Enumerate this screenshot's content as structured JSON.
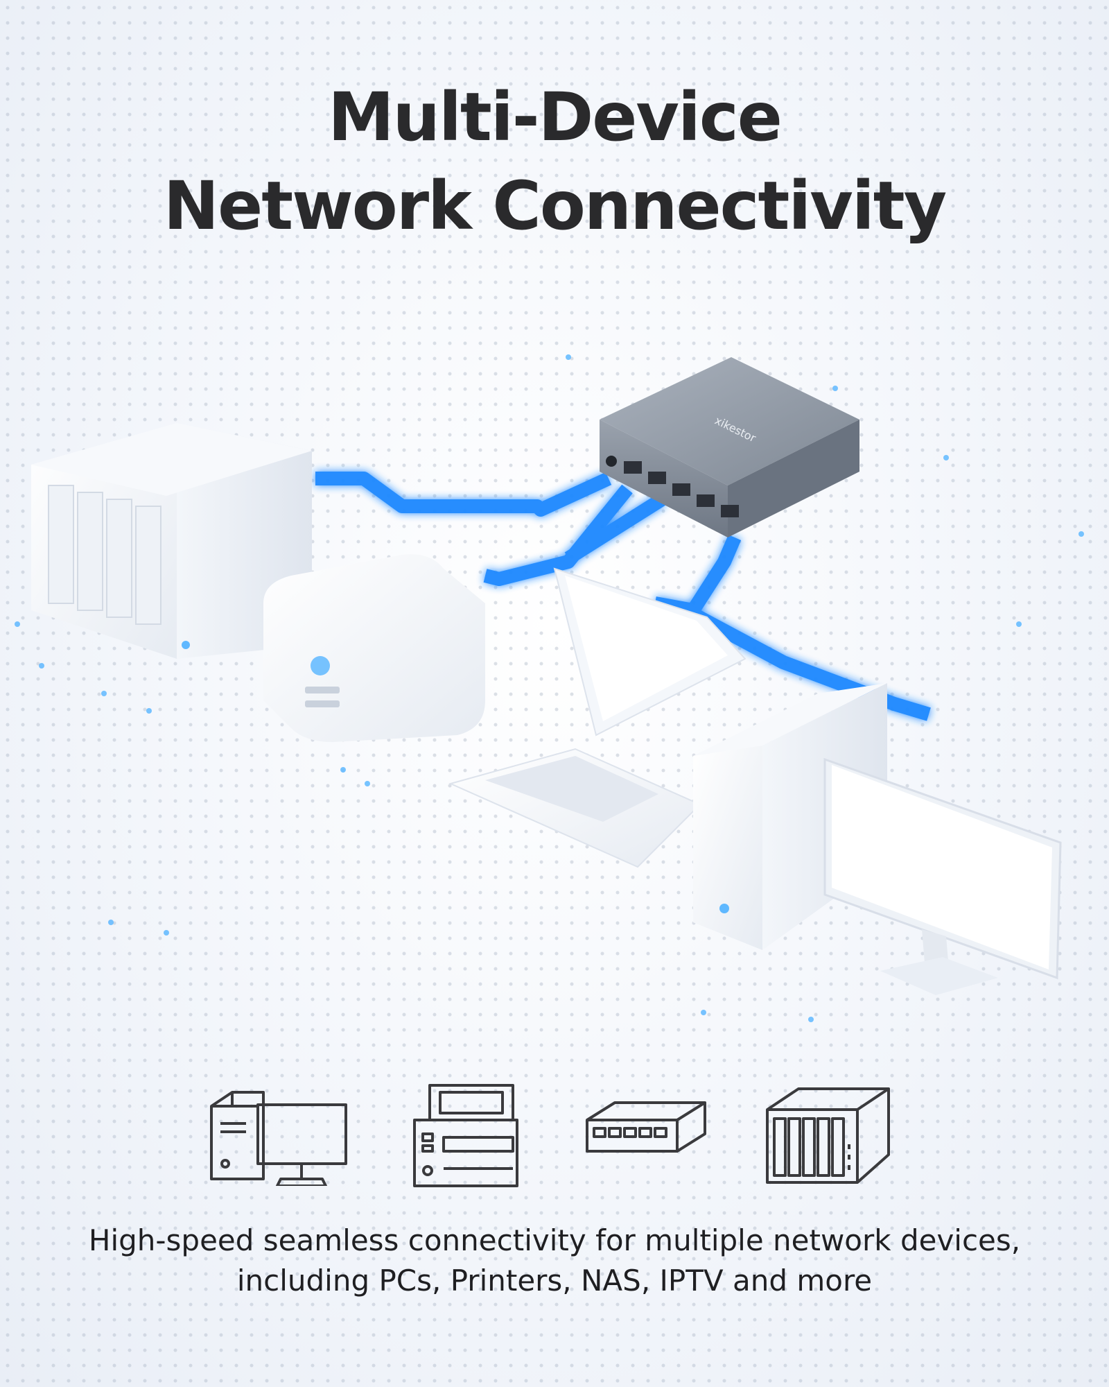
{
  "headline": {
    "line1": "Multi-Device",
    "line2": "Network Connectivity"
  },
  "switch_brand": "xikestor",
  "icons": [
    {
      "name": "pc-icon"
    },
    {
      "name": "printer-icon"
    },
    {
      "name": "switch-icon"
    },
    {
      "name": "nas-icon"
    }
  ],
  "caption": {
    "line1": "High-speed seamless connectivity for multiple network devices,",
    "line2": "including PCs, Printers, NAS, IPTV and more"
  },
  "colors": {
    "cable_blue": "#1e88ff",
    "glow_blue": "#5fb8ff",
    "headline": "#2a2a2c",
    "icon_stroke": "#3a3a3d"
  }
}
